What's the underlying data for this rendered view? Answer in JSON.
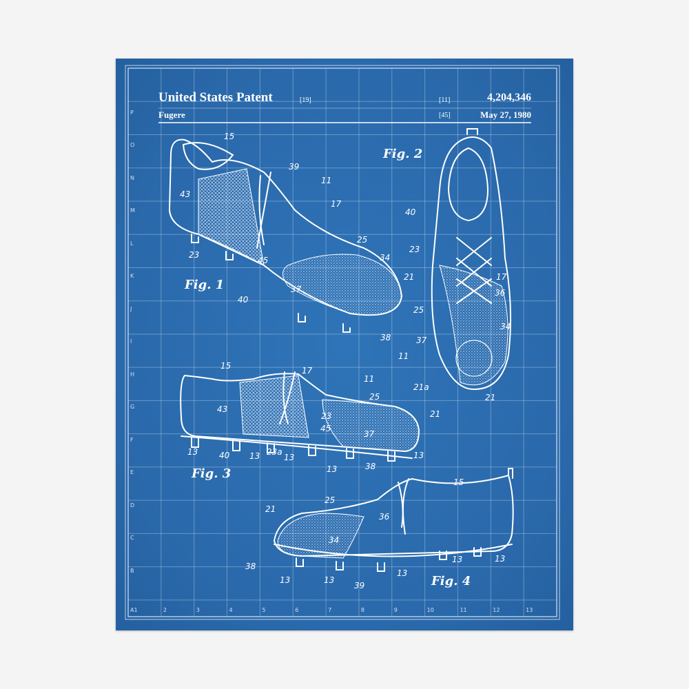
{
  "header": {
    "title": "United States Patent",
    "title_code": "[19]",
    "inventor": "Fugere",
    "number_code": "[11]",
    "patent_number": "4,204,346",
    "date_code": "[45]",
    "date": "May 27, 1980"
  },
  "grid_labels": {
    "columns": [
      "A1",
      "2",
      "3",
      "4",
      "5",
      "6",
      "7",
      "8",
      "9",
      "10",
      "11",
      "12",
      "13"
    ],
    "rows": [
      "P",
      "O",
      "N",
      "M",
      "L",
      "K",
      "J",
      "I",
      "H",
      "G",
      "F",
      "E",
      "D",
      "C",
      "B"
    ]
  },
  "figures": {
    "fig1": {
      "label": "Fig. 1",
      "refs": [
        "15",
        "39",
        "11",
        "43",
        "17",
        "25",
        "23",
        "45",
        "34",
        "21",
        "40",
        "37",
        "38"
      ]
    },
    "fig2": {
      "label": "Fig. 2",
      "refs": [
        "40",
        "23",
        "17",
        "36",
        "25",
        "34",
        "37",
        "11",
        "21a",
        "21"
      ]
    },
    "fig3": {
      "label": "Fig. 3",
      "refs": [
        "15",
        "17",
        "11",
        "25",
        "21",
        "43",
        "23",
        "45",
        "37",
        "13",
        "40",
        "13",
        "23a",
        "13",
        "13",
        "38",
        "13"
      ]
    },
    "fig4": {
      "label": "Fig. 4",
      "refs": [
        "15",
        "25",
        "21",
        "36",
        "34",
        "38",
        "13",
        "13",
        "39",
        "13",
        "13",
        "13"
      ]
    }
  },
  "colors": {
    "blueprint": "#2a6db0",
    "line": "#ffffff",
    "background": "#f4f4f4"
  }
}
